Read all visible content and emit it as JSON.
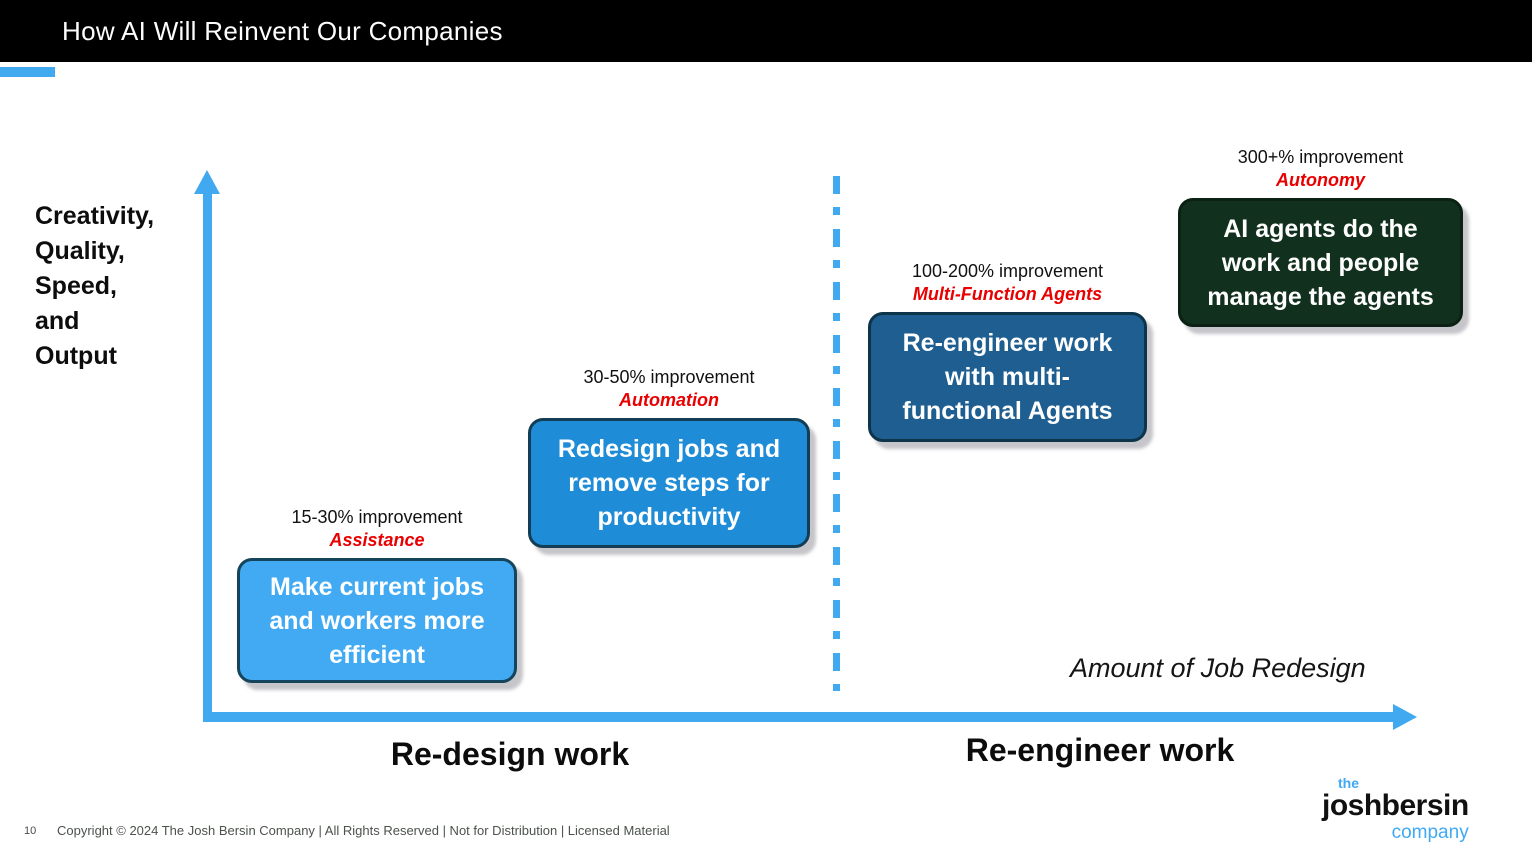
{
  "header": {
    "title": "How AI Will Reinvent Our Companies"
  },
  "axes": {
    "y_label": "Creativity,\nQuality,\nSpeed,\nand\nOutput",
    "x_label": "Amount of Job Redesign",
    "x_zone_left": "Re-design work",
    "x_zone_right": "Re-engineer work"
  },
  "stages": [
    {
      "improvement": "15-30% improvement",
      "category": "Assistance",
      "label": "Make current jobs\nand workers more\nefficient",
      "fill": "#41aaf2"
    },
    {
      "improvement": "30-50% improvement",
      "category": "Automation",
      "label": "Redesign jobs and\nremove steps for\nproductivity",
      "fill": "#1f8cd8"
    },
    {
      "improvement": "100-200% improvement",
      "category": "Multi-Function Agents",
      "label": "Re-engineer work\nwith multi-\nfunctional Agents",
      "fill": "#1e5e90"
    },
    {
      "improvement": "300+% improvement",
      "category": "Autonomy",
      "label": "AI agents do the\nwork and people\nmanage the agents",
      "fill": "#12301e"
    }
  ],
  "footer": {
    "page_number": "10",
    "copyright": "Copyright © 2024 The Josh Bersin Company | All Rights Reserved | Not for Distribution  | Licensed Material"
  },
  "logo": {
    "the": "the",
    "name": "joshbersin",
    "company": "company"
  },
  "colors": {
    "accent_blue": "#41a9f0",
    "category_red": "#e90000",
    "header_black": "#000000",
    "stage1_fill": "#41aaf2",
    "stage2_fill": "#1f8cd8",
    "stage3_fill": "#1e5e90",
    "stage4_fill": "#12301e"
  }
}
